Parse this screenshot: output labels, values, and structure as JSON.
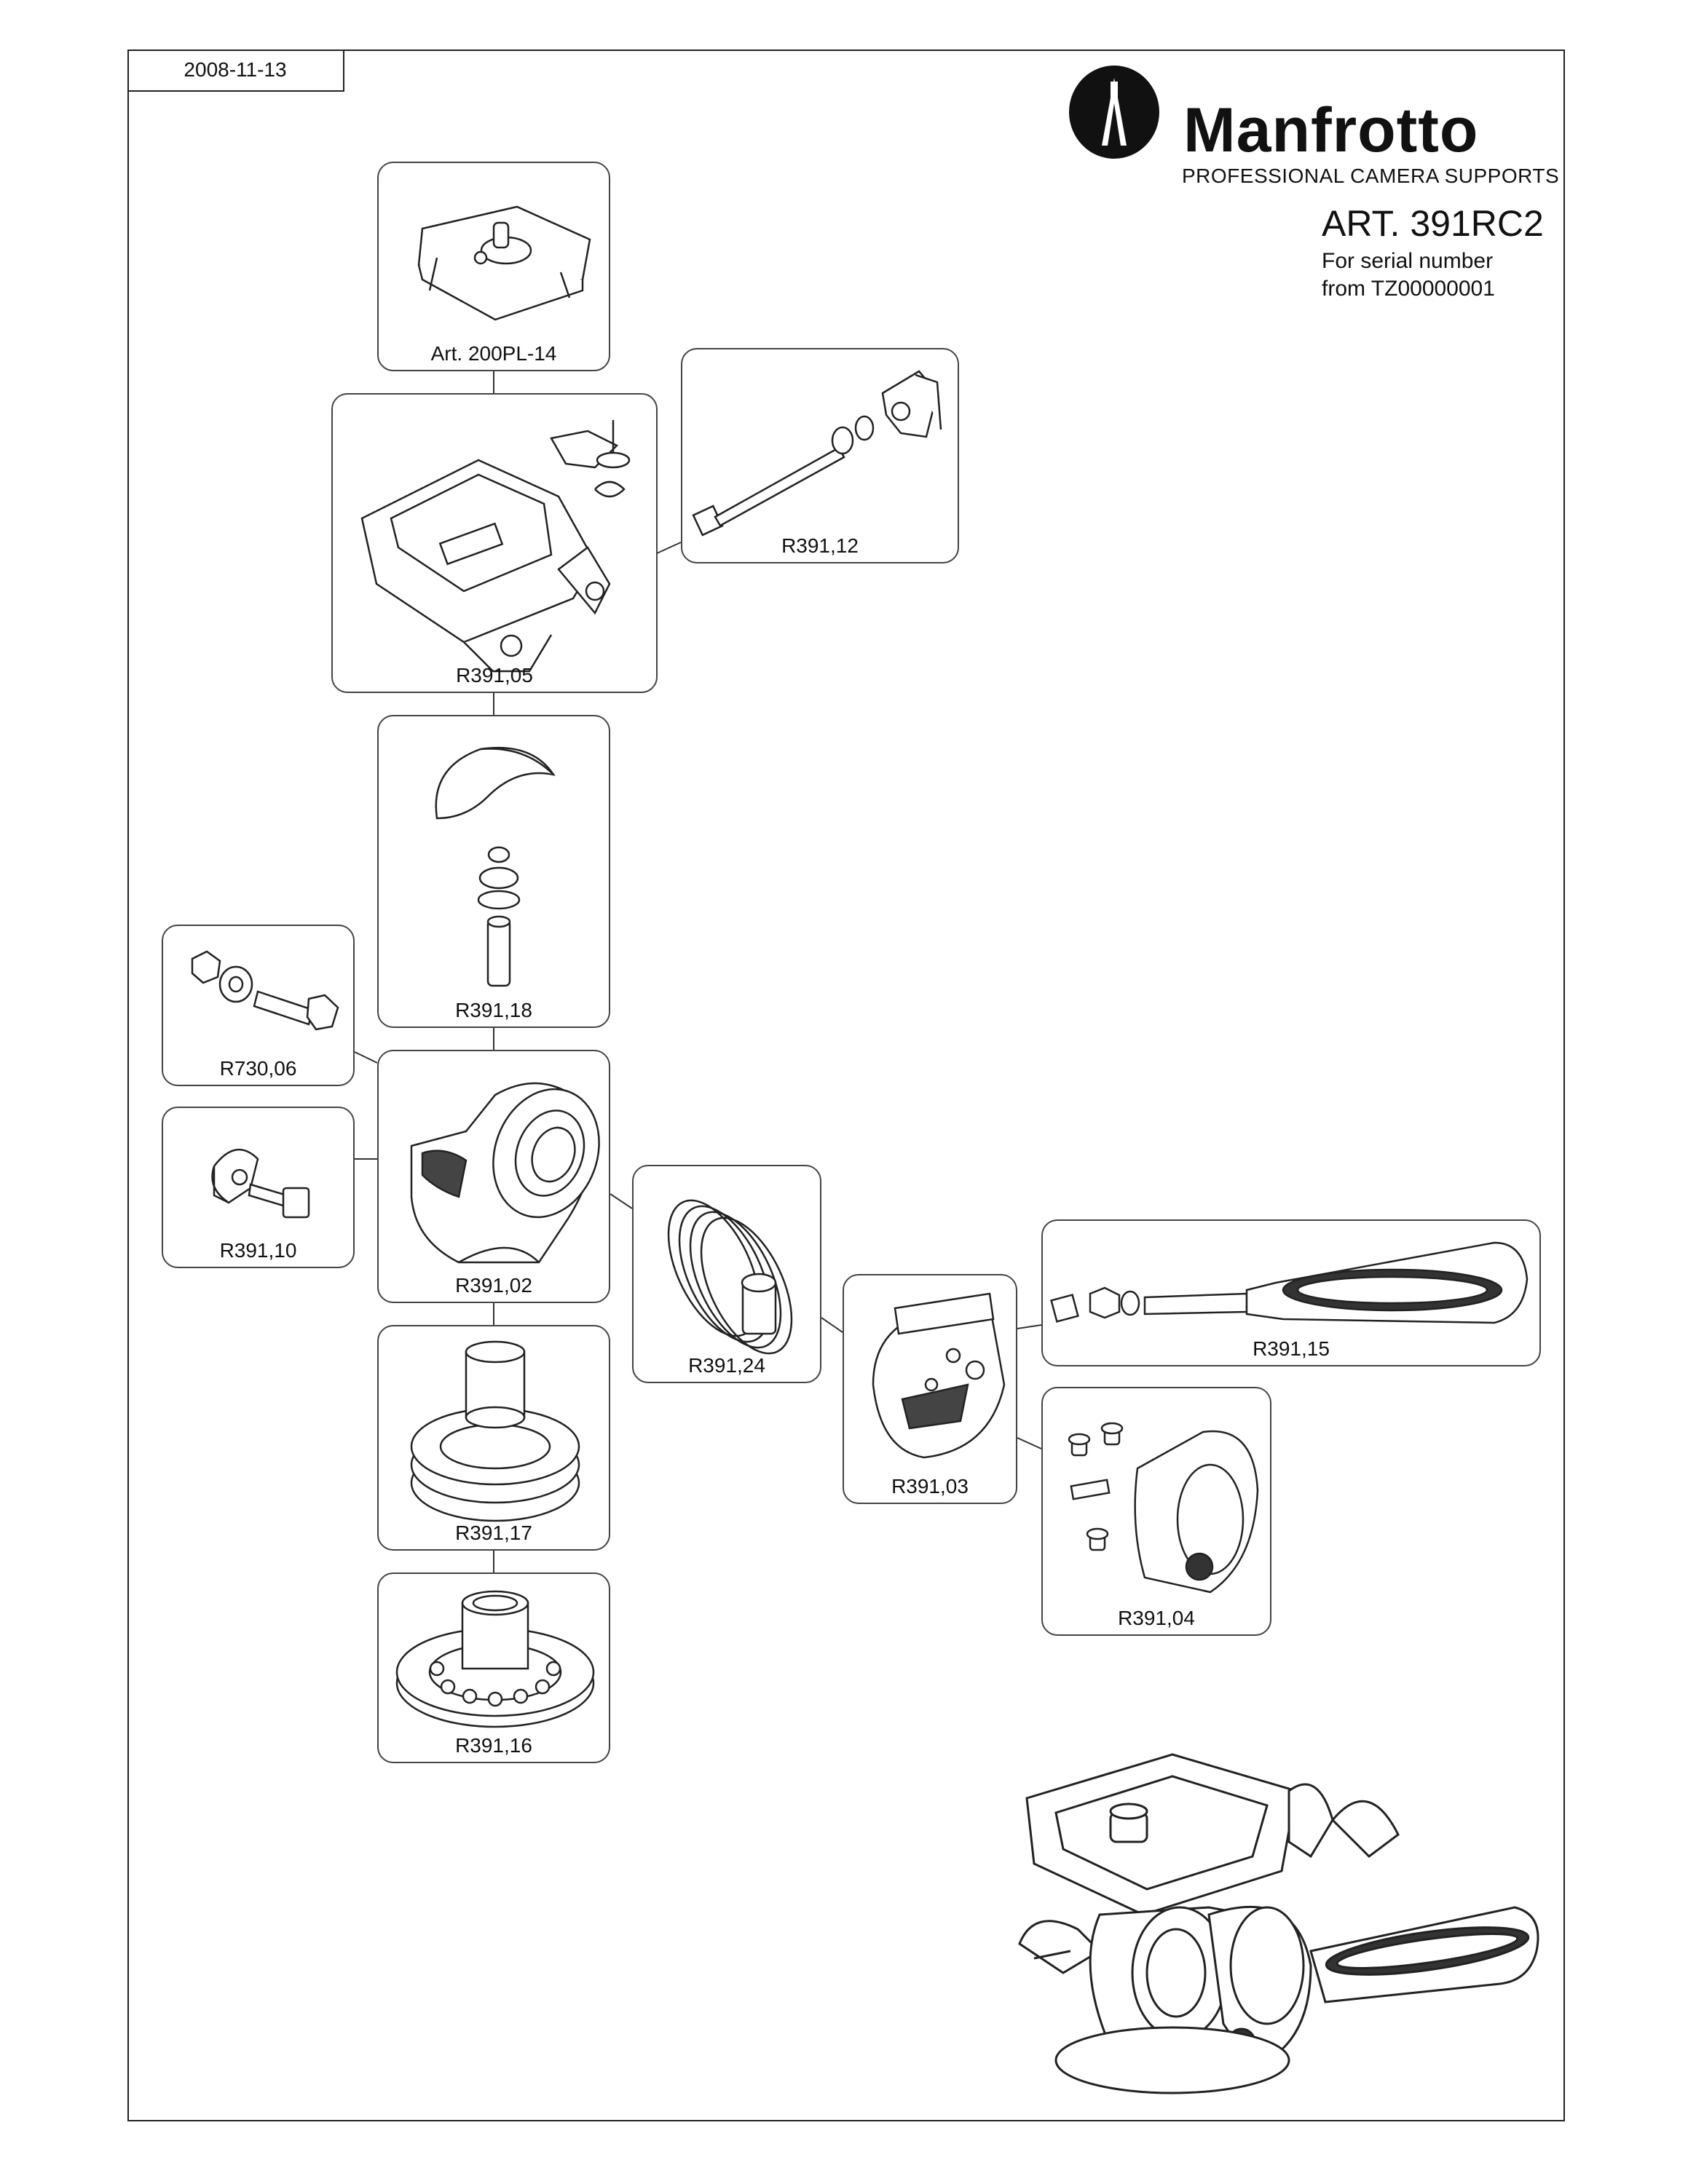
{
  "header": {
    "date": "2008-11-13",
    "brand": "Manfrotto",
    "tagline": "PROFESSIONAL CAMERA SUPPORTS",
    "article": "ART. 391RC2",
    "serial_line1": "For serial number",
    "serial_line2": "from TZ00000001"
  },
  "parts": [
    {
      "id": "art200pl14",
      "label": "Art. 200PL-14"
    },
    {
      "id": "r39105",
      "label": "R391,05"
    },
    {
      "id": "r39112",
      "label": "R391,12"
    },
    {
      "id": "r39118",
      "label": "R391,18"
    },
    {
      "id": "r73006",
      "label": "R730,06"
    },
    {
      "id": "r39102",
      "label": "R391,02"
    },
    {
      "id": "r39110",
      "label": "R391,10"
    },
    {
      "id": "r39124",
      "label": "R391,24"
    },
    {
      "id": "r39103",
      "label": "R391,03"
    },
    {
      "id": "r39115",
      "label": "R391,15"
    },
    {
      "id": "r39104",
      "label": "R391,04"
    },
    {
      "id": "r39117",
      "label": "R391,17"
    },
    {
      "id": "r39116",
      "label": "R391,16"
    }
  ],
  "colors": {
    "line": "#222222",
    "fill_dark": "#3a3a3a",
    "fill_light": "#ffffff"
  }
}
